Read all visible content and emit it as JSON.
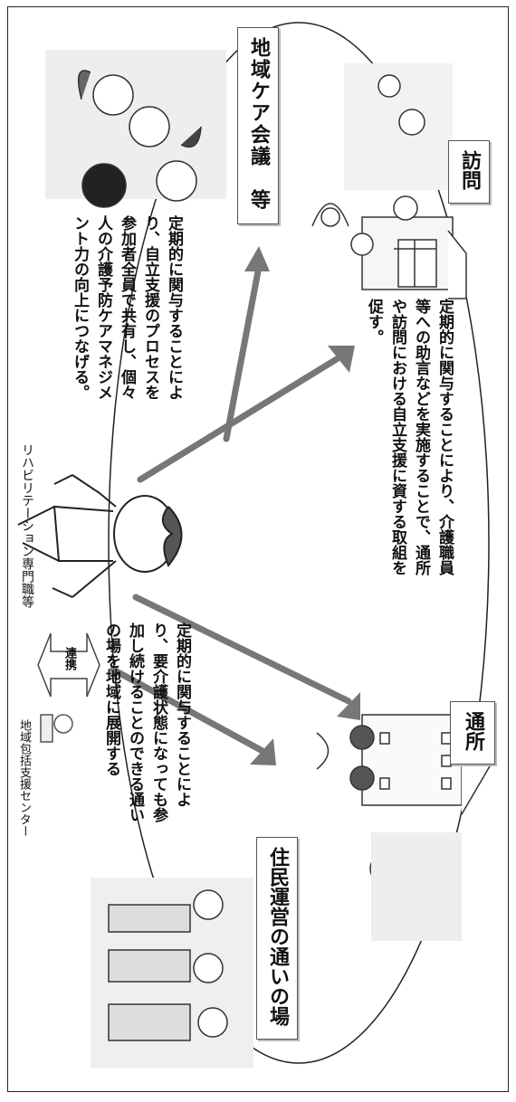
{
  "labels": {
    "community_meeting": "地域ケア会議　等",
    "visit": "訪問",
    "day_service": "通所",
    "resident_gathering": "住民運営の通いの場",
    "liaison": "連携"
  },
  "roles": {
    "rehab_specialist": "リハビリテーション専門職等",
    "support_center": "地域包括支援センター"
  },
  "descriptions": {
    "meeting_effect": "定期的に関与することにより、自立支援のプロセスを参加者全員で共有し、個々人の介護予防ケアマネジメント力の向上につなげる。",
    "visit_service_effect": "定期的に関与することにより、介護職員等への助言などを実施することで、通所や訪問における自立支援に資する取組を促す。",
    "gathering_effect": "定期的に関与することにより、要介護状態になっても参加し続けることのできる通いの場を地域に展開する"
  }
}
